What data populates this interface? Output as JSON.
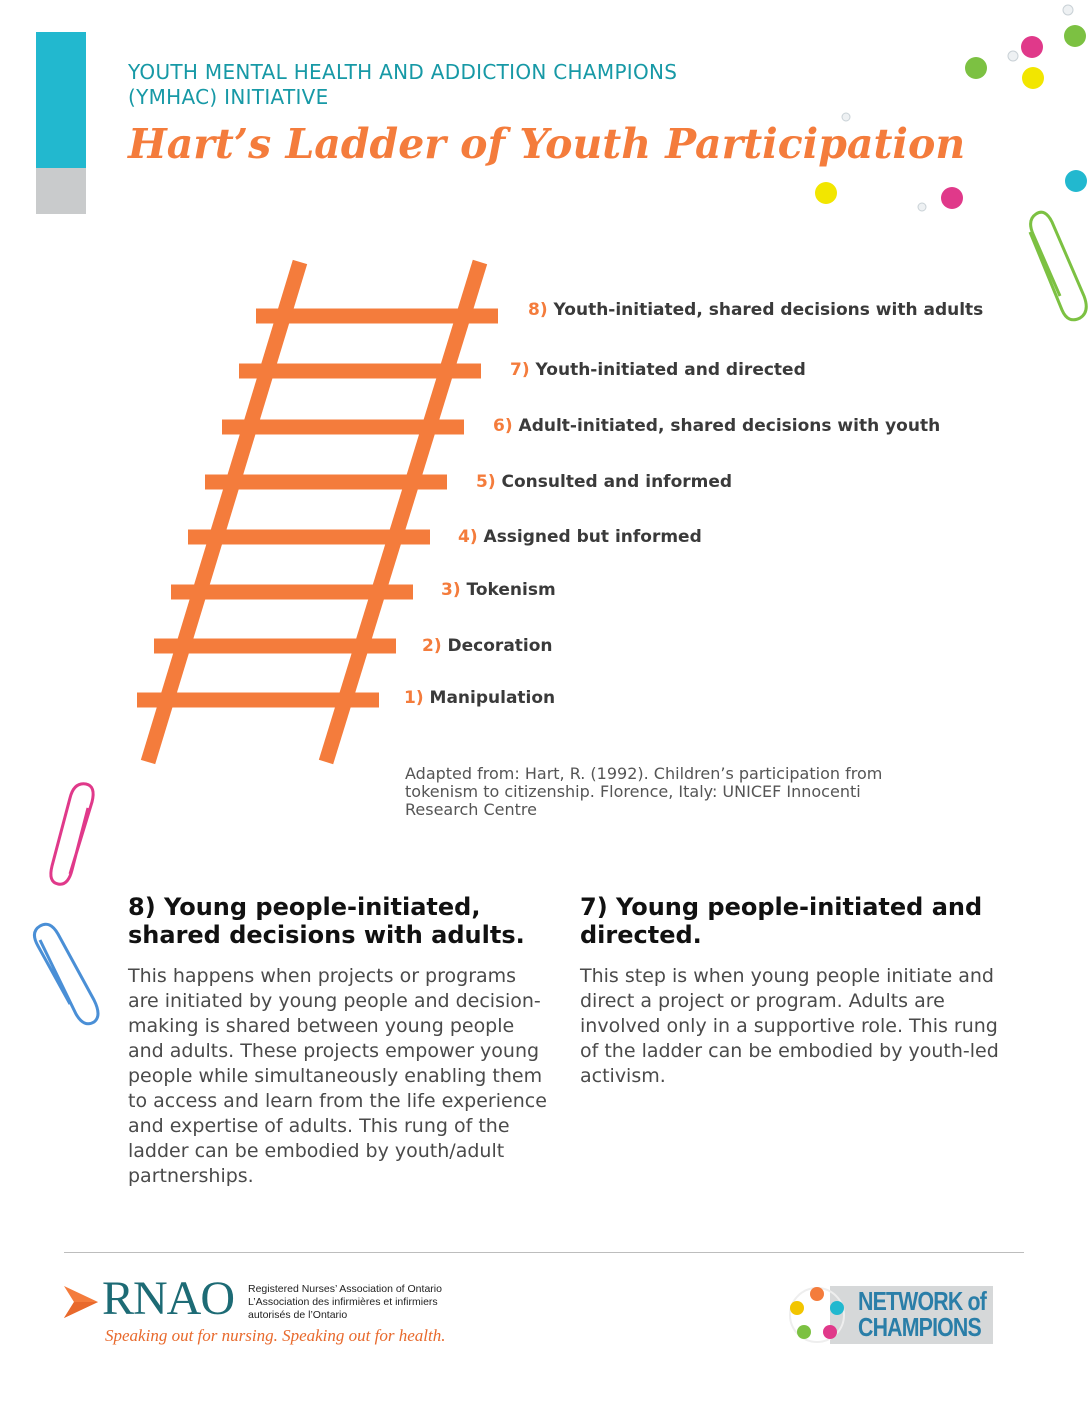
{
  "header": {
    "org_line_1": "YOUTH MENTAL HEALTH AND ADDICTION CHAMPIONS",
    "org_line_2": "(YMHAC) INITIATIVE",
    "title": "Hart’s Ladder of Youth Participation"
  },
  "ladder": {
    "rungs": [
      {
        "num": "8)",
        "label": "Youth-initiated, shared decisions with adults"
      },
      {
        "num": "7)",
        "label": "Youth-initiated and directed"
      },
      {
        "num": "6)",
        "label": "Adult-initiated, shared decisions with youth"
      },
      {
        "num": "5)",
        "label": "Consulted and informed"
      },
      {
        "num": "4)",
        "label": "Assigned but informed"
      },
      {
        "num": "3)",
        "label": "Tokenism"
      },
      {
        "num": "2)",
        "label": "Decoration"
      },
      {
        "num": "1)",
        "label": "Manipulation"
      }
    ],
    "credit_1": "Adapted from: Hart, R. (1992). Children’s participation from",
    "credit_2": "tokenism to citizenship. Florence, Italy: UNICEF Innocenti",
    "credit_3": "Research Centre"
  },
  "sections": {
    "s8": {
      "heading_1": "8) Young people-initiated,",
      "heading_2": "shared decisions with adults.",
      "body": "This happens when projects or programs are initiated by young people and decision-making is shared between young people and adults. These projects empower young people while simultaneously enabling them to access and learn from the life experience and expertise of adults. This rung of the ladder can be embodied by youth/adult partnerships."
    },
    "s7": {
      "heading_1": "7) Young people-initiated and",
      "heading_2": "directed.",
      "body": "This step is when young people initiate and direct a project or program. Adults are involved only in a supportive role. This rung of the ladder can be embodied by youth-led activism."
    }
  },
  "footer": {
    "rnao_word": "RNAO",
    "rnao_name_en": "Registered Nurses’ Association of Ontario",
    "rnao_name_fr_1": "L’Association des infirmières et infirmiers",
    "rnao_name_fr_2": "autorisés de l’Ontario",
    "rnao_tagline": "Speaking out for nursing. Speaking out for health.",
    "noc_line_1": "NETWORK of",
    "noc_line_2": "CHAMPIONS"
  },
  "colors": {
    "accent_orange": "#f47c3c",
    "teal": "#1799a6",
    "bar_teal": "#22b8cf",
    "noc_blue": "#2a7ea8"
  }
}
